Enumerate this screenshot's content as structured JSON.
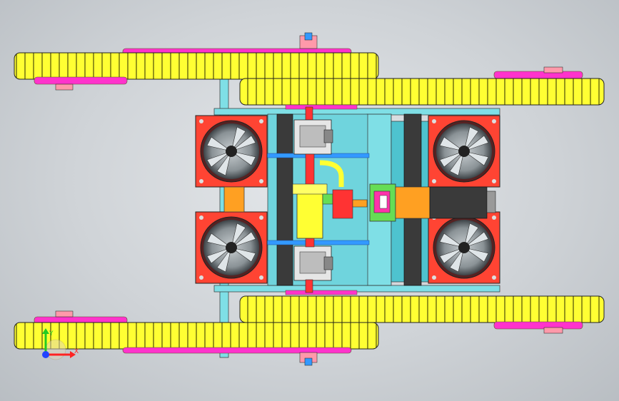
{
  "viewport": {
    "background_top": "#e4e7ea",
    "background_bottom": "#b9bec3"
  },
  "model": {
    "view": "top",
    "parts": {
      "tracks": 4,
      "fan_modules": 4,
      "gearbox_modules": 2
    },
    "colors": {
      "track": "#ffff33",
      "track_edge": "#2a2a00",
      "arm": "#ff33cc",
      "frame": "#7fdfe6",
      "fan_housing": "#ff4433",
      "fan_blade": "#b8c4c8",
      "bevel_gear": "#ff3333",
      "coupling_green": "#66dd55",
      "motor_orange": "#ffa022",
      "frame_blue": "#3399ff",
      "motor_dark": "#3a3a3a"
    }
  },
  "axis_triad": {
    "x_label": "X",
    "y_label": "Y",
    "x_color": "#ff2222",
    "y_color": "#22cc22",
    "z_color": "#2244ff"
  }
}
